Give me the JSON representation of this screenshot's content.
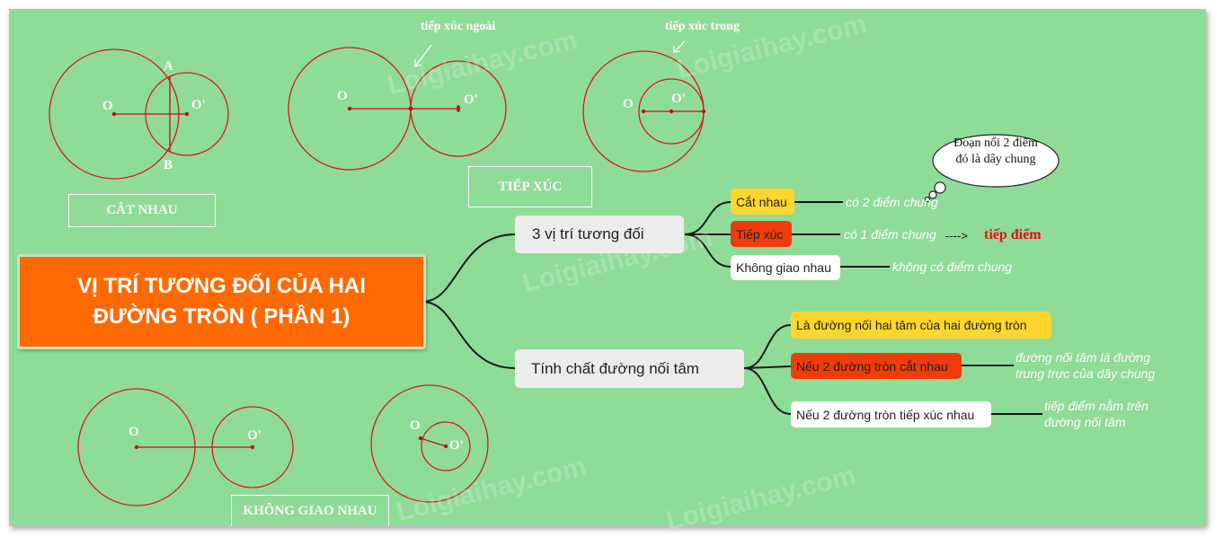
{
  "main_title": {
    "line1": "VỊ TRÍ TƯƠNG ĐỐI CỦA HAI",
    "line2": "ĐƯỜNG TRÒN ( PHẦN 1)"
  },
  "branch1": {
    "label": "3 vị trí tương đối",
    "items": [
      {
        "label": "Cắt nhau",
        "note": "có 2 điểm chung"
      },
      {
        "label": "Tiếp xúc",
        "note": "có 1 điểm chung",
        "arrow": "---->",
        "extra": "tiếp điểm"
      },
      {
        "label": "Không giao nhau",
        "note": "không có điểm chung"
      }
    ]
  },
  "branch2": {
    "label": "Tính chất đường nối tâm",
    "items": [
      {
        "label": "Là đường nối hai tâm của hai đường tròn"
      },
      {
        "label": "Nếu 2 đường tròn cắt nhau",
        "note_line1": "đường nối tâm là đường",
        "note_line2": "trung trực của dây chung"
      },
      {
        "label": "Nếu 2 đường tròn tiếp xúc nhau",
        "note_line1": "tiếp điểm nằm trên",
        "note_line2": "đường nối tâm"
      }
    ]
  },
  "cloud": {
    "line1": "Đoạn nối 2 điểm",
    "line2": "đó là dây chung"
  },
  "figures": {
    "cat_nhau": {
      "caption": "CẮT NHAU",
      "o": "O",
      "o2": "O'",
      "a": "A",
      "b": "B"
    },
    "tiep_xuc": {
      "caption": "TIẾP XÚC",
      "outer_note": "tiếp xúc ngoài",
      "inner_note": "tiếp xúc trong",
      "o": "O",
      "o2": "O'"
    },
    "khong_giao": {
      "caption": "KHÔNG GIAO NHAU",
      "o": "O",
      "o2": "O'"
    }
  },
  "watermark": "Loigiaihay.com",
  "colors": {
    "background": "#8fdc98",
    "title_box": "#ff6a00",
    "yellow": "#ffd62e",
    "red": "#f03c0a",
    "circle": "#d81818"
  }
}
